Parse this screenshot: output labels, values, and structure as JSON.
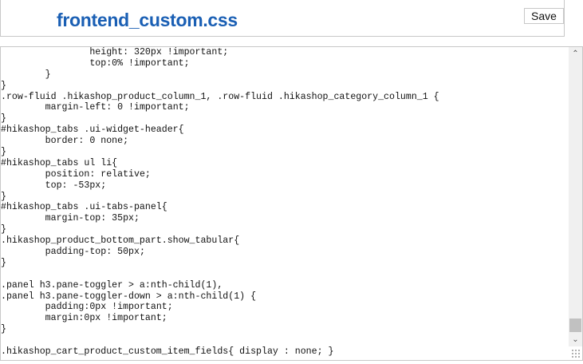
{
  "header": {
    "title": "frontend_custom.css",
    "save_label": "Save"
  },
  "editor": {
    "lines": [
      "\t\theight: 320px !important;",
      "\t\ttop:0% !important;",
      "\t}",
      "}",
      ".row-fluid .hikashop_product_column_1, .row-fluid .hikashop_category_column_1 {",
      "\tmargin-left: 0 !important;",
      "}",
      "#hikashop_tabs .ui-widget-header{",
      "\tborder: 0 none;",
      "}",
      "#hikashop_tabs ul li{",
      "\tposition: relative;",
      "\ttop: -53px;",
      "}",
      "#hikashop_tabs .ui-tabs-panel{",
      "\tmargin-top: 35px;",
      "}",
      ".hikashop_product_bottom_part.show_tabular{",
      "\tpadding-top: 50px;",
      "}",
      "",
      ".panel h3.pane-toggler > a:nth-child(1),",
      ".panel h3.pane-toggler-down > a:nth-child(1) {",
      "\tpadding:0px !important;",
      "\tmargin:0px !important;",
      "}",
      "",
      ".hikashop_cart_product_custom_item_fields{ display : none; }"
    ],
    "scroll_position_fraction": 0.95
  }
}
